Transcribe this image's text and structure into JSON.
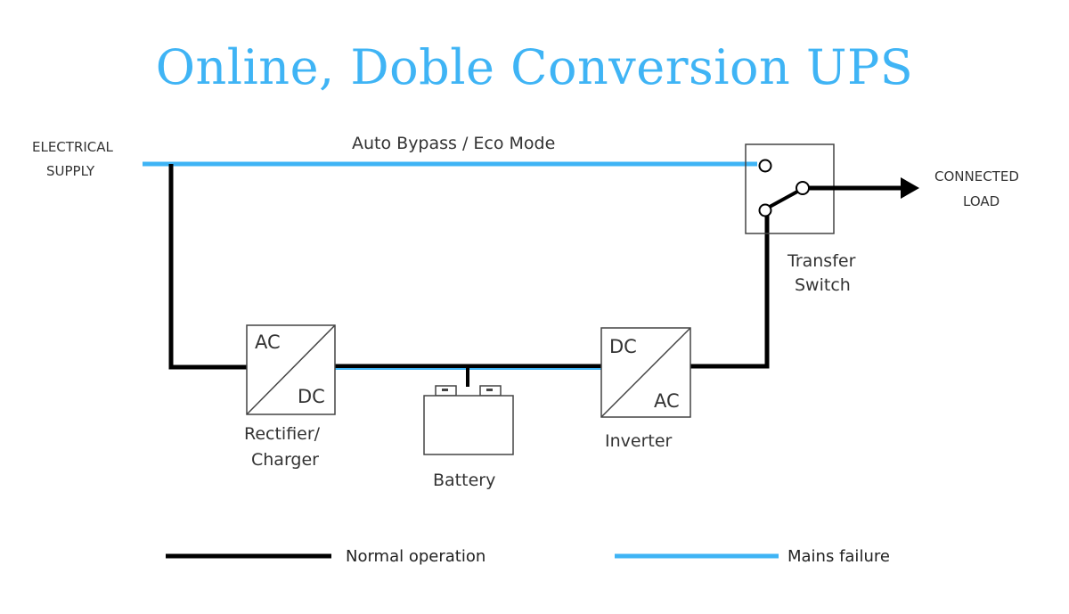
{
  "title": "Online, Doble Conversion UPS",
  "colors": {
    "normal": "#000000",
    "failure": "#3fb4f5",
    "title": "#3fb4f5",
    "label": "#333333"
  },
  "labels": {
    "supply": [
      "ELECTRICAL",
      "SUPPLY"
    ],
    "bypass": "Auto Bypass / Eco Mode",
    "load": [
      "CONNECTED",
      "LOAD"
    ],
    "switch": [
      "Transfer",
      "Switch"
    ],
    "rectifier": [
      "Rectifier/",
      "Charger"
    ],
    "battery": "Battery",
    "inverter": "Inverter"
  },
  "blocks": {
    "rectifier": {
      "top": "AC",
      "bottom": "DC"
    },
    "inverter": {
      "top": "DC",
      "bottom": "AC"
    }
  },
  "legend": {
    "normal": "Normal operation",
    "failure": "Mains failure"
  }
}
